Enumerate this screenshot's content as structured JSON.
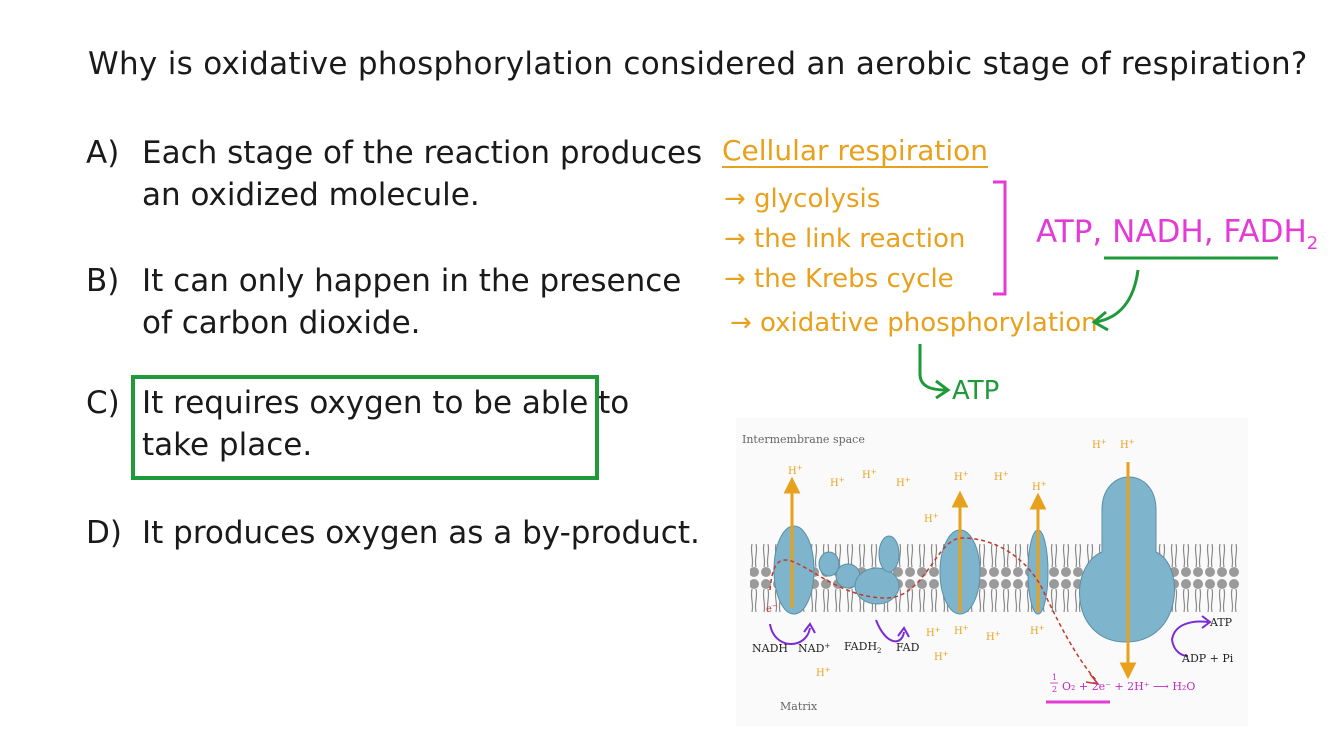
{
  "question": "Why is oxidative phosphorylation considered an aerobic stage of respiration?",
  "options": [
    {
      "label": "A)",
      "line1": "Each stage of the reaction produces",
      "line2": "an oxidized molecule."
    },
    {
      "label": "B)",
      "line1": "It can only happen in the presence",
      "line2": "of carbon dioxide."
    },
    {
      "label": "C)",
      "line1": "It requires oxygen to be able to",
      "line2": "take place."
    },
    {
      "label": "D)",
      "line1": "It produces oxygen as a by-product.",
      "line2": ""
    }
  ],
  "selected_option": "C",
  "notes": {
    "title": "Cellular respiration",
    "stages": [
      "→ glycolysis",
      "→ the link reaction",
      "→ the Krebs cycle",
      "→ oxidative phosphorylation"
    ],
    "products": "ATP, NADH, FADH",
    "products_subscript": "2",
    "final_product": "ATP"
  },
  "diagram": {
    "intermembrane_label": "Intermembrane space",
    "matrix_label": "Matrix",
    "proton": "H",
    "proton_sup": "+",
    "electron": "e",
    "electron_sup": "−",
    "nadh": "NADH",
    "nad": "NAD",
    "fadh2": "FADH",
    "fadh2_sub": "2",
    "fad": "FAD",
    "atp": "ATP",
    "adp": "ADP + Pi",
    "equation": "O₂ + 2e⁻ + 2H⁺ ⟶ H₂O",
    "half_num": "1",
    "half_den": "2"
  },
  "colors": {
    "ink": "#1a1a1a",
    "orange": "#e8a11c",
    "pink": "#e23bd6",
    "green": "#1f9a3a",
    "protein": "#7fb4cd",
    "purple": "#7a2bd6",
    "red_dash": "#c0392b"
  }
}
